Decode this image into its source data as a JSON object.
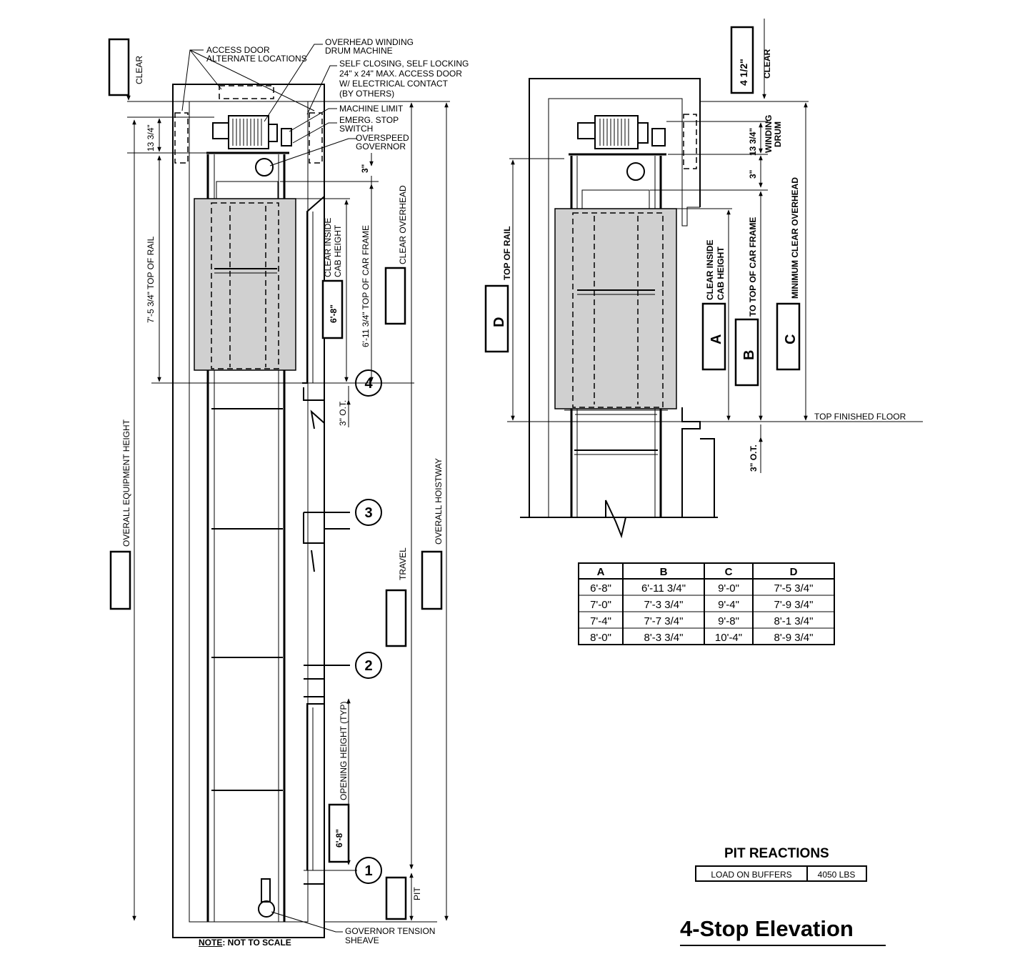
{
  "title": "4-Stop Elevation",
  "note": {
    "label": "NOTE",
    "text": ": NOT TO SCALE"
  },
  "callouts": {
    "access_door": [
      "ACCESS DOOR",
      "ALTERNATE LOCATIONS"
    ],
    "drum_machine": [
      "OVERHEAD WINDING",
      "DRUM MACHINE"
    ],
    "self_closing": [
      "SELF CLOSING, SELF LOCKING",
      "24\" x 24\" MAX. ACCESS DOOR",
      "W/ ELECTRICAL CONTACT",
      "(BY OTHERS)"
    ],
    "machine_limit": "MACHINE LIMIT",
    "emerg_stop": [
      "EMERG. STOP",
      "SWITCH"
    ],
    "overspeed": [
      "OVERSPEED",
      "GOVERNOR"
    ],
    "governor_tension": [
      "GOVERNOR TENSION",
      "SHEAVE"
    ]
  },
  "left_dims": {
    "clear": "CLEAR",
    "d13_3_4": "13 3/4\"",
    "top_of_rail": "7'-5 3/4\" TOP OF RAIL",
    "overall_equipment": "OVERALL EQUIPMENT HEIGHT",
    "d3": "3\"",
    "clear_inside": [
      "CLEAR INSIDE",
      "CAB HEIGHT"
    ],
    "cab_height_value": "6'-8\"",
    "top_of_car_frame": "6'-11 3/4\" TOP OF CAR FRAME",
    "clear_overhead": "CLEAR OVERHEAD",
    "overtravel": "3\" O.T.",
    "travel": "TRAVEL",
    "overall_hoistway": "OVERALL HOISTWAY",
    "opening_height": "OPENING HEIGHT (TYP)",
    "opening_value": "6'-8\"",
    "pit": "PIT"
  },
  "stops": [
    "4",
    "3",
    "2",
    "1"
  ],
  "right_dims": {
    "d4_1_2": "4 1/2\"",
    "clear": "CLEAR",
    "d13_3_4": "13 3/4\"",
    "winding_drum": [
      "WINDING",
      "DRUM"
    ],
    "d3": "3\"",
    "top_of_rail": "TOP OF RAIL",
    "letter_d": "D",
    "clear_inside": [
      "CLEAR INSIDE",
      "CAB HEIGHT"
    ],
    "letter_a": "A",
    "to_top_of_car_frame": "TO TOP OF CAR FRAME",
    "letter_b": "B",
    "min_clear_overhead": "MINIMUM CLEAR OVERHEAD",
    "letter_c": "C",
    "top_finished_floor": "TOP FINISHED FLOOR",
    "overtravel": "3\" O.T."
  },
  "dim_table": {
    "headers": [
      "A",
      "B",
      "C",
      "D"
    ],
    "rows": [
      [
        "6'-8\"",
        "6'-11 3/4\"",
        "9'-0\"",
        "7'-5 3/4\""
      ],
      [
        "7'-0\"",
        "7'-3 3/4\"",
        "9'-4\"",
        "7'-9 3/4\""
      ],
      [
        "7'-4\"",
        "7'-7 3/4\"",
        "9'-8\"",
        "8'-1 3/4\""
      ],
      [
        "8'-0\"",
        "8'-3 3/4\"",
        "10'-4\"",
        "8'-9 3/4\""
      ]
    ]
  },
  "pit_reactions": {
    "title": "PIT REACTIONS",
    "label": "LOAD ON BUFFERS",
    "value": "4050 LBS"
  }
}
